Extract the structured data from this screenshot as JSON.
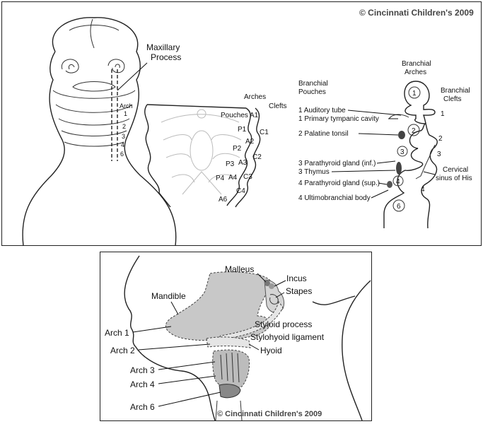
{
  "top": {
    "copyright": "© Cincinnati Children's 2009",
    "face": {
      "maxillary_process": [
        "Maxillary",
        "Process"
      ],
      "arch_word": "Arch",
      "arch_numbers": [
        "1",
        "2",
        "3",
        "4",
        "6"
      ]
    },
    "middle": {
      "arches": "Arches",
      "pouches": "Pouches",
      "clefts": "Clefts",
      "a1": "A1",
      "a2": "A2",
      "a3": "A3",
      "a4": "A4",
      "a6": "A6",
      "p1": "P1",
      "p2": "P2",
      "p3": "P3",
      "p4": "P4",
      "c1": "C1",
      "c2": "C2",
      "c3": "C3",
      "c4": "C4"
    },
    "right": {
      "branchial_pouches": [
        "Branchial",
        "Pouches"
      ],
      "branchial_arches": [
        "Branchial",
        "Arches"
      ],
      "branchial_clefts": [
        "Branchial",
        "Clefts"
      ],
      "pouch_derivatives": [
        "1 Auditory tube",
        "1 Primary tympanic cavity",
        "2 Palatine tonsil",
        "3 Parathyroid gland (inf.)",
        "3 Thymus",
        "4 Parathyroid gland (sup.)",
        "4 Ultimobranchial body"
      ],
      "arch_circles": [
        "1",
        "2",
        "3",
        "4",
        "6"
      ],
      "cleft_numbers": [
        "1",
        "2",
        "3",
        "4"
      ],
      "cervical_sinus": [
        "Cervical",
        "sinus of His"
      ]
    }
  },
  "bottom": {
    "copyright": "© Cincinnati Children's 2009",
    "labels": {
      "malleus": "Malleus",
      "incus": "Incus",
      "stapes": "Stapes",
      "mandible": "Mandible",
      "arch1": "Arch 1",
      "styloid": "Styloid process",
      "stylohyoid": "Stylohyoid ligament",
      "arch2": "Arch 2",
      "hyoid": "Hyoid",
      "arch3": "Arch 3",
      "arch4": "Arch 4",
      "arch6": "Arch 6"
    }
  },
  "colors": {
    "shade": "#c8c8c8",
    "dark": "#555555"
  }
}
